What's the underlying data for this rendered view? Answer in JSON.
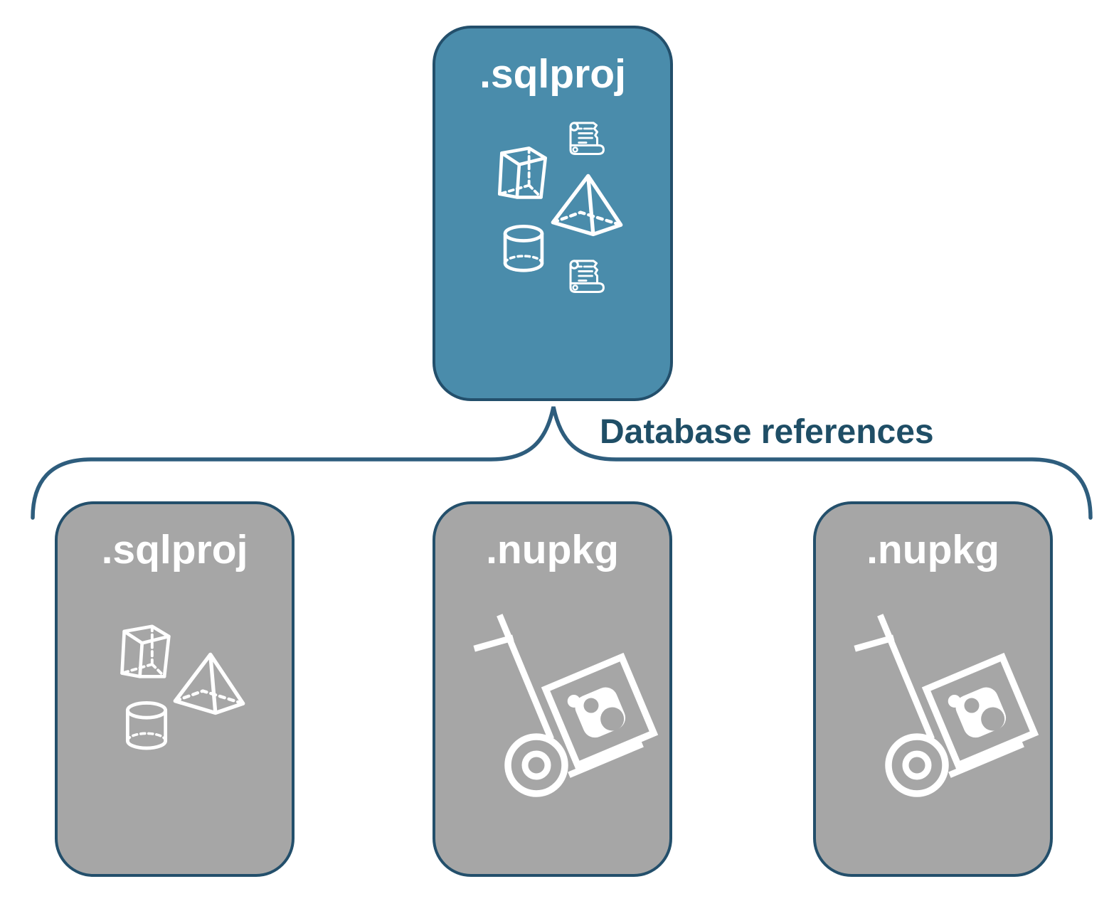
{
  "diagram": {
    "root": {
      "label": ".sqlproj",
      "icons": [
        "cube-icon",
        "scroll-icon",
        "pyramid-icon",
        "cylinder-icon",
        "scroll-icon"
      ]
    },
    "edge_label": "Database references",
    "children": [
      {
        "label": ".sqlproj",
        "icons": [
          "cube-icon",
          "pyramid-icon",
          "cylinder-icon"
        ]
      },
      {
        "label": ".nupkg",
        "icons": [
          "nuget-dolly-icon"
        ]
      },
      {
        "label": ".nupkg",
        "icons": [
          "nuget-dolly-icon"
        ]
      }
    ],
    "colors": {
      "root_fill": "#4a8cab",
      "child_fill": "#a6a6a6",
      "border": "#234f6b",
      "brace": "#2e5d7d",
      "label_text": "#1f4e66",
      "icon": "#ffffff",
      "background": "#ffffff"
    }
  }
}
